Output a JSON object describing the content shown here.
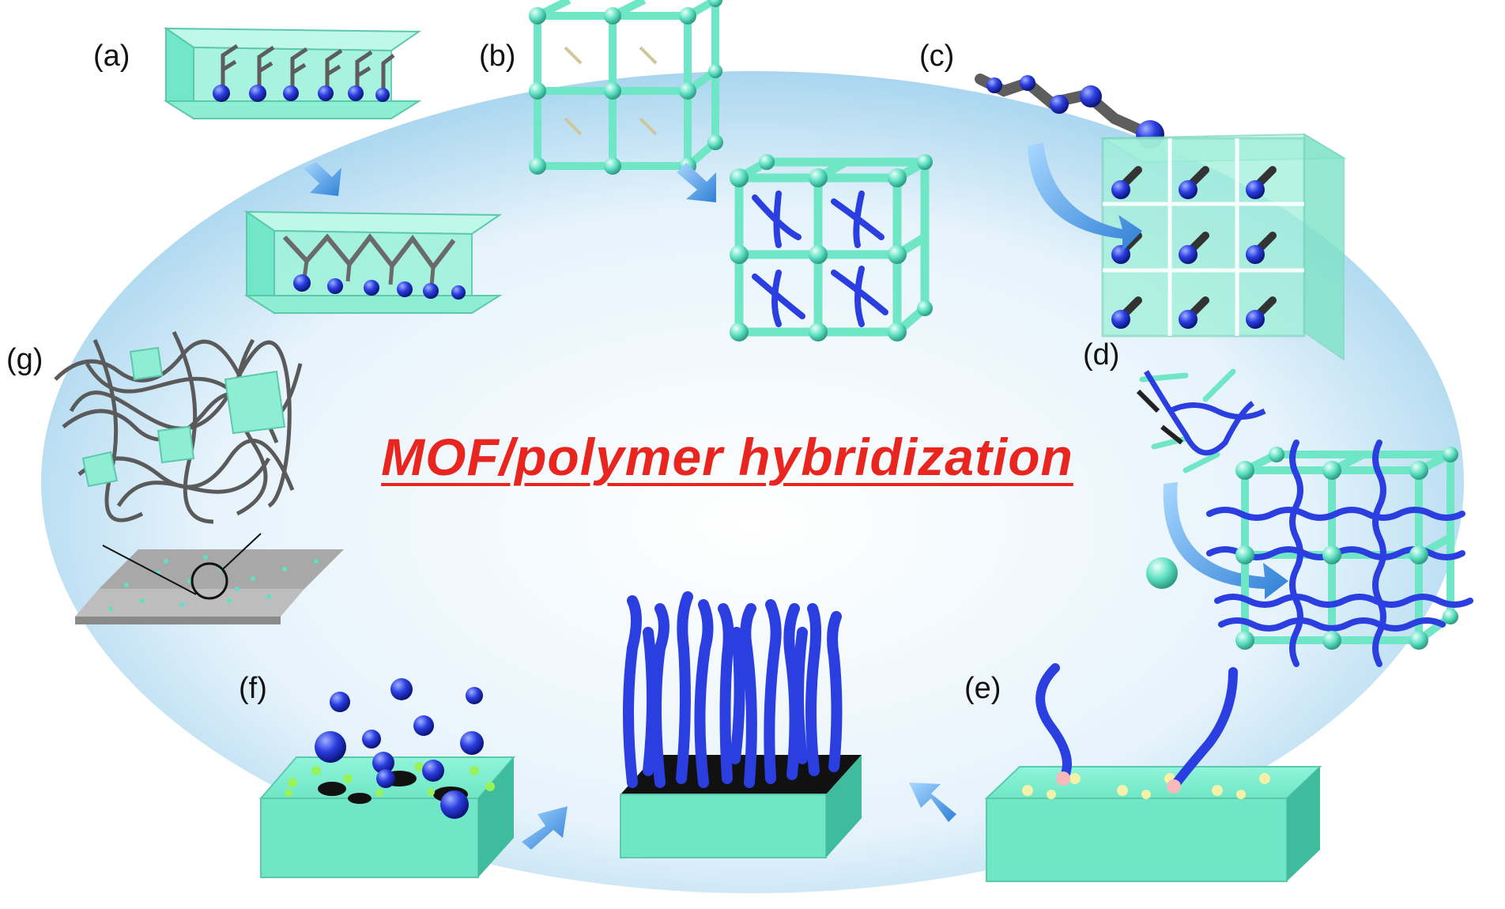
{
  "title": "MOF/polymer hybridization",
  "panels": {
    "a": "(a)",
    "b": "(b)",
    "c": "(c)",
    "d": "(d)",
    "e": "(e)",
    "f": "(f)",
    "g": "(g)"
  },
  "colors": {
    "title": "#e8261f",
    "mof_frame": "#7ff0d4",
    "polymer": "#2b3ee0",
    "node": "#5fe0c2",
    "arrow": "#3a8fe0",
    "linker": "#555555"
  }
}
